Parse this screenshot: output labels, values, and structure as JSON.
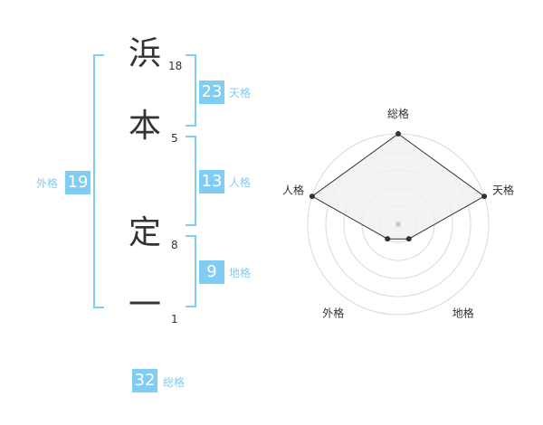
{
  "name": {
    "characters": [
      {
        "char": "浜",
        "strokes": "18"
      },
      {
        "char": "本",
        "strokes": "5"
      },
      {
        "char": "定",
        "strokes": "8"
      },
      {
        "char": "一",
        "strokes": "1"
      }
    ]
  },
  "grades": {
    "tenkaku": {
      "value": "23",
      "label": "天格"
    },
    "jinkaku": {
      "value": "13",
      "label": "人格"
    },
    "chikaku": {
      "value": "9",
      "label": "地格"
    },
    "gaikaku": {
      "value": "19",
      "label": "外格"
    },
    "soukaku": {
      "value": "32",
      "label": "総格"
    }
  },
  "radar": {
    "axes": [
      "総格",
      "天格",
      "地格",
      "外格",
      "人格"
    ],
    "levels": 5,
    "values": [
      5,
      5,
      1,
      1,
      5
    ],
    "colors": {
      "grid": "#d9d9d9",
      "fill": "#f0f0f0",
      "line": "#333333",
      "point": "#333333",
      "center": "#cccccc"
    }
  },
  "colors": {
    "accent": "#7fcdf2",
    "text": "#333333"
  }
}
